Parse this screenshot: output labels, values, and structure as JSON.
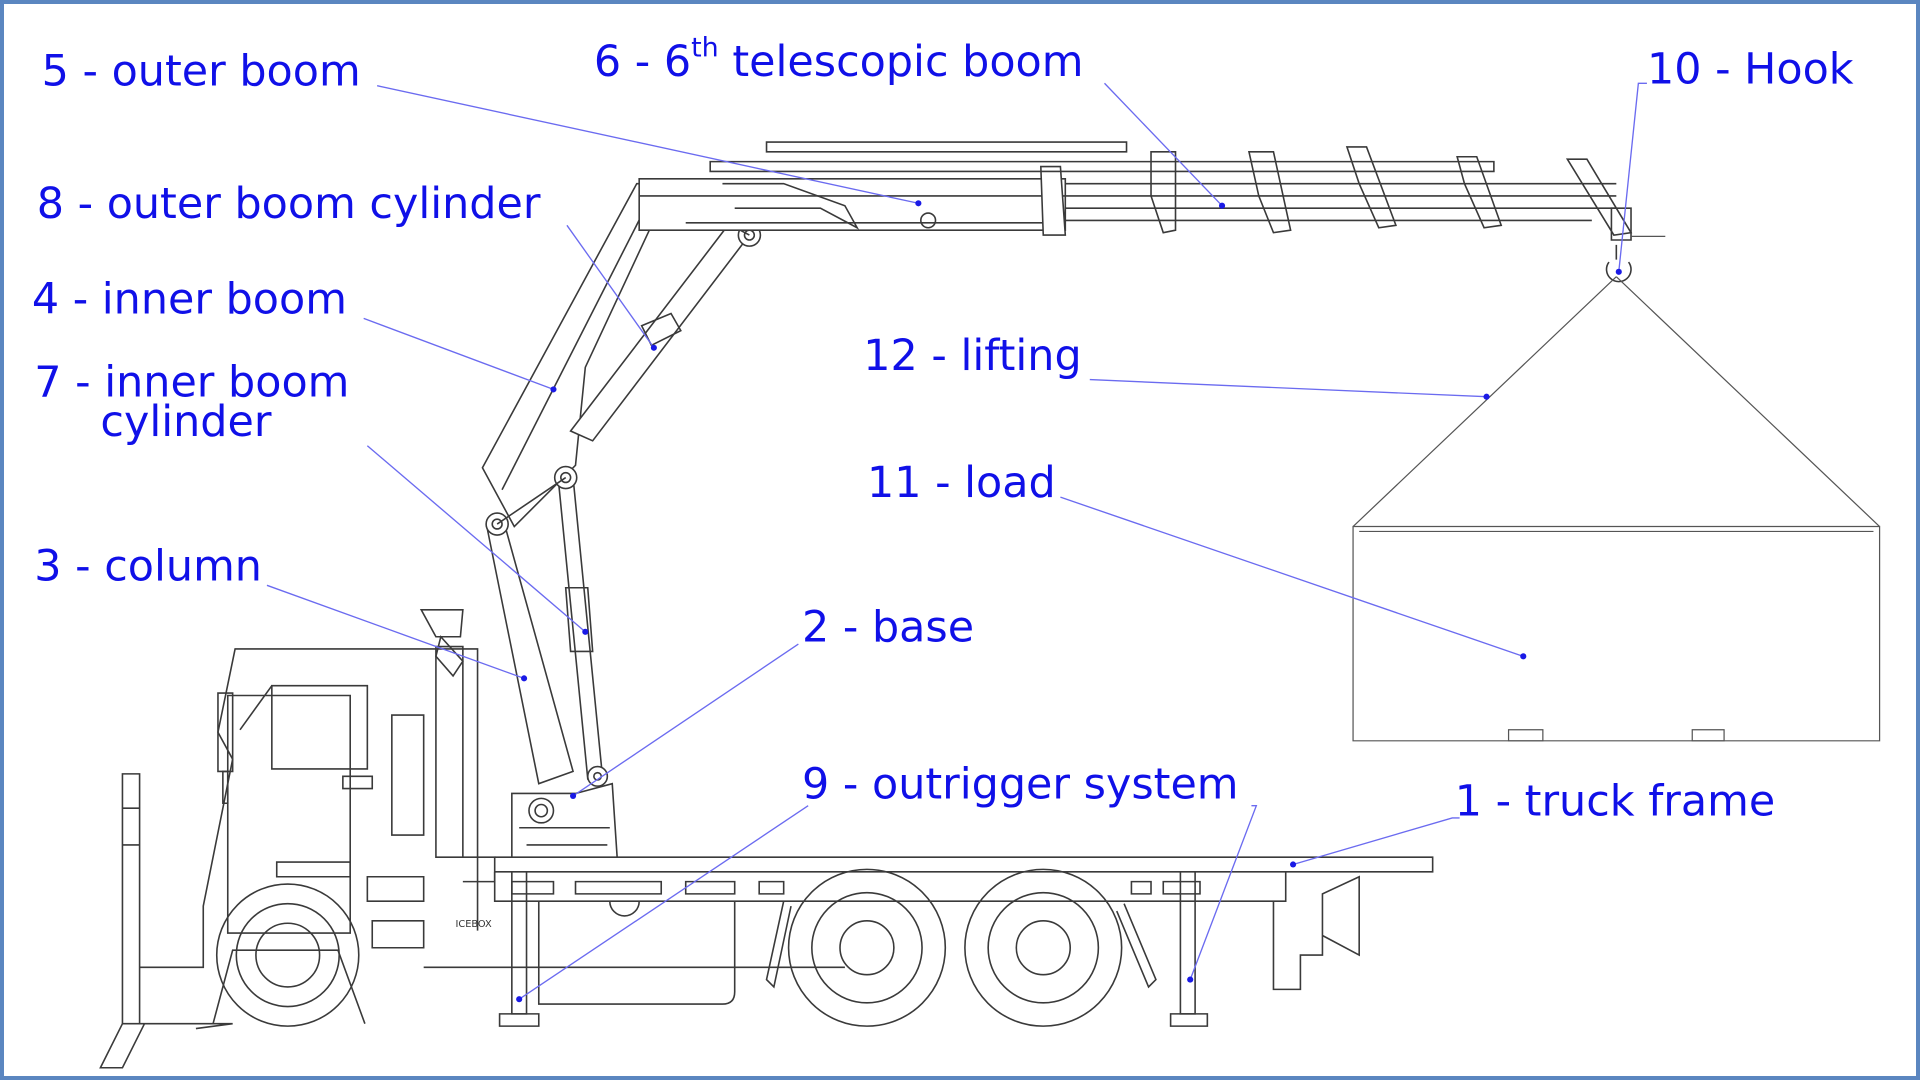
{
  "diagram": {
    "title": "Truck-mounted knuckle boom crane components",
    "labels": {
      "truck_frame": "1 - truck frame",
      "base": "2 - base",
      "column": "3 - column",
      "inner_boom": "4 - inner boom",
      "outer_boom": "5 - outer boom",
      "telescopic_boom_prefix": "6 - 6",
      "telescopic_boom_sup": "th",
      "telescopic_boom_suffix": " telescopic boom",
      "inner_boom_cylinder_line1": "7 - inner boom",
      "inner_boom_cylinder_line2": "cylinder",
      "outer_boom_cylinder": "8 - outer boom cylinder",
      "outrigger_system": "9 - outrigger system",
      "hook": "10 - Hook",
      "load": "11 - load",
      "lifting": "12 - lifting"
    },
    "truck_marking": "ICEBOX",
    "colors": {
      "label_text": "#1010e8",
      "leader_line": "#6b6bf0",
      "frame_border": "#5b86c0",
      "drawing_line": "#3a3a3a"
    }
  }
}
